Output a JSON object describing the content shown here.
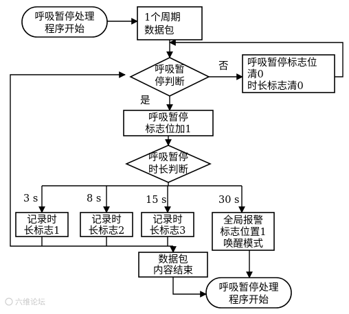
{
  "nodes": {
    "start": [
      "呼吸暂停处理",
      "程序开始"
    ],
    "packet": [
      "1个周期",
      "数据包"
    ],
    "decision_pause": [
      "呼吸暂",
      "停判断"
    ],
    "clear_flags": [
      "呼吸暂停标志位",
      "清0",
      "时长标志清0"
    ],
    "increment_flag": [
      "呼吸暂停",
      "标志位加1"
    ],
    "decision_duration": [
      "呼吸暂停",
      "时长判断"
    ],
    "record_1": [
      "记录时",
      "长标志1"
    ],
    "record_2": [
      "记录时",
      "长标志2"
    ],
    "record_3": [
      "记录时",
      "长标志3"
    ],
    "alarm": [
      "全局报警",
      "标志位置1",
      "唤醒模式"
    ],
    "packet_end": [
      "数据包",
      "内容结束"
    ],
    "end": [
      "呼吸暂停处理",
      "程序开始"
    ]
  },
  "edge_labels": {
    "no": "否",
    "yes": "是",
    "t3": "3 s",
    "t8": "8 s",
    "t15": "15 s",
    "t30": "30 s"
  },
  "watermark": "六维论坛"
}
